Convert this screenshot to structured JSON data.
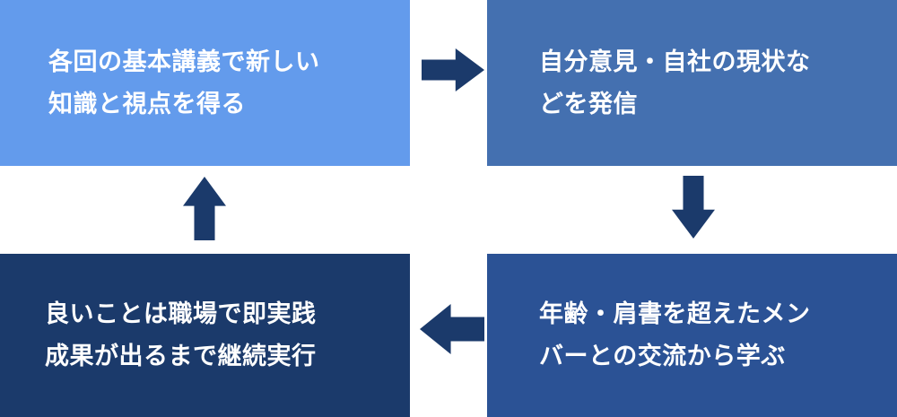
{
  "diagram": {
    "type": "cycle-flow",
    "title": "",
    "background_color": "#ffffff",
    "boxes": [
      {
        "id": "top-left",
        "position": "top-left",
        "color": "#639bec",
        "text_color": "#ffffff",
        "lines": [
          "各回の基本講義で新しい",
          "知識と視点を得る"
        ],
        "full_text": "各回の基本講義で新しい知識と視点を得る"
      },
      {
        "id": "top-right",
        "position": "top-right",
        "color": "#4470b0",
        "text_color": "#ffffff",
        "lines": [
          "自分意見・自社の現状な",
          "どを発信"
        ],
        "full_text": "自分意見・自社の現状などを発信"
      },
      {
        "id": "bottom-right",
        "position": "bottom-right",
        "color": "#2b5295",
        "text_color": "#ffffff",
        "lines": [
          "年齢・肩書を超えたメン",
          "バーとの交流から学ぶ"
        ],
        "full_text": "年齢・肩書を超えたメンバーとの交流から学ぶ"
      },
      {
        "id": "bottom-left",
        "position": "bottom-left",
        "color": "#1b3a6b",
        "text_color": "#ffffff",
        "lines": [
          "良いことは職場で即実践",
          "成果が出るまで継続実行"
        ],
        "full_text": "良いことは職場で即実践 成果が出るまで継続実行"
      }
    ],
    "arrows": [
      {
        "id": "arrow-right",
        "direction": "right",
        "color": "#1b3a6b",
        "from": "top-left",
        "to": "top-right"
      },
      {
        "id": "arrow-down",
        "direction": "down",
        "color": "#1b3a6b",
        "from": "top-right",
        "to": "bottom-right"
      },
      {
        "id": "arrow-left",
        "direction": "left",
        "color": "#1b3a6b",
        "from": "bottom-right",
        "to": "bottom-left"
      },
      {
        "id": "arrow-up",
        "direction": "up",
        "color": "#1b3a6b",
        "from": "bottom-left",
        "to": "top-left"
      }
    ]
  }
}
